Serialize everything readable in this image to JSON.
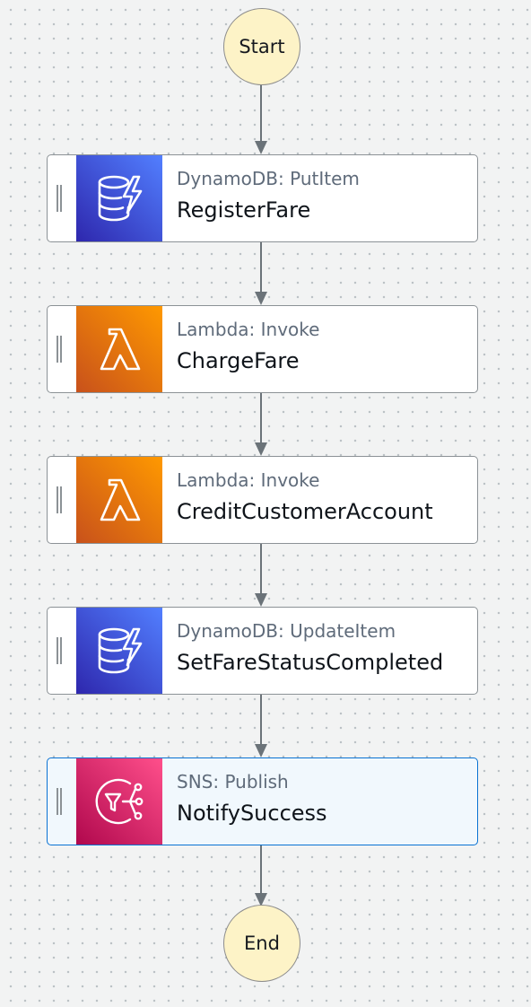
{
  "start": {
    "label": "Start"
  },
  "end": {
    "label": "End"
  },
  "states": [
    {
      "type": "DynamoDB: PutItem",
      "name": "RegisterFare",
      "service": "dynamodb",
      "icon": "dynamodb-icon",
      "selected": false
    },
    {
      "type": "Lambda: Invoke",
      "name": "ChargeFare",
      "service": "lambda",
      "icon": "lambda-icon",
      "selected": false
    },
    {
      "type": "Lambda: Invoke",
      "name": "CreditCustomerAccount",
      "service": "lambda",
      "icon": "lambda-icon",
      "selected": false
    },
    {
      "type": "DynamoDB: UpdateItem",
      "name": "SetFareStatusCompleted",
      "service": "dynamodb",
      "icon": "dynamodb-icon",
      "selected": false
    },
    {
      "type": "SNS: Publish",
      "name": "NotifySuccess",
      "service": "sns",
      "icon": "sns-icon",
      "selected": true
    }
  ],
  "colors": {
    "terminal_fill": "#fdf3c7",
    "dynamodb_gradient": [
      "#2e27ad",
      "#527fff"
    ],
    "lambda_gradient": [
      "#c8511b",
      "#ff9900"
    ],
    "sns_gradient": [
      "#b0084d",
      "#ff4f8b"
    ],
    "selected_border": "#0972d3",
    "selected_fill": "#f1f8fd",
    "connector": "#6b7379"
  }
}
